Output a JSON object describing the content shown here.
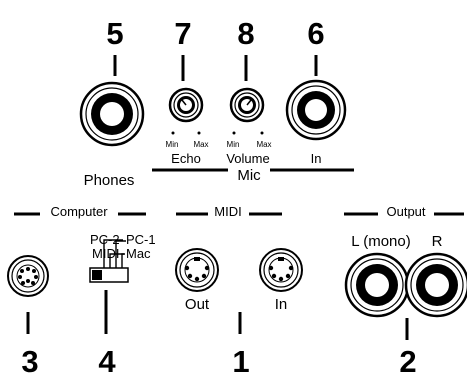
{
  "callouts": {
    "phones": "5",
    "echo": "7",
    "volume": "8",
    "mic_in": "6",
    "midi": "1",
    "output": "2",
    "computer": "3",
    "switch": "4"
  },
  "labels": {
    "phones": "Phones",
    "echo": "Echo",
    "volume": "Volume",
    "mic_in": "In",
    "mic": "Mic",
    "knob_min": "Min",
    "knob_max": "Max"
  },
  "sections": {
    "computer": "Computer",
    "midi": "MIDI",
    "output": "Output"
  },
  "switch": {
    "pc2": "PC-2",
    "midi": "MIDI",
    "pc1": "PC-1",
    "mac": "Mac"
  },
  "midi": {
    "out": "Out",
    "in": "In"
  },
  "output": {
    "left": "L (mono)",
    "right": "R"
  }
}
